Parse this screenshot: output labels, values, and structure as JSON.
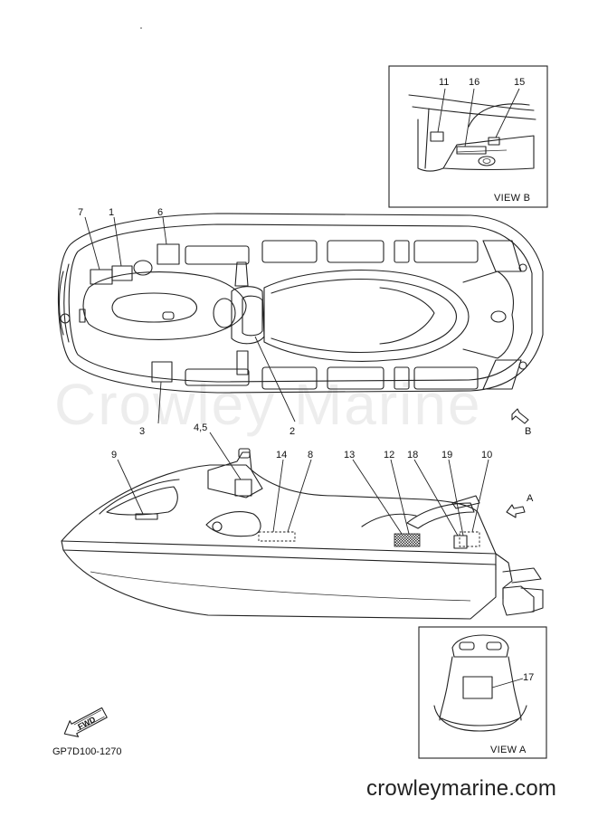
{
  "watermark": "Crowley Marine",
  "drawing_code": "GP7D100-1270",
  "website": "crowleymarine.com",
  "fwd_label": "FWD",
  "views": {
    "b": "VIEW B",
    "a": "VIEW A"
  },
  "view_arrows": {
    "a": "A",
    "b": "B"
  },
  "callouts": {
    "c1": "1",
    "c2": "2",
    "c3": "3",
    "c45": "4,5",
    "c6": "6",
    "c7": "7",
    "c8": "8",
    "c9": "9",
    "c10": "10",
    "c11": "11",
    "c12": "12",
    "c13": "13",
    "c14": "14",
    "c15": "15",
    "c16": "16",
    "c17": "17",
    "c18": "18",
    "c19": "19"
  }
}
